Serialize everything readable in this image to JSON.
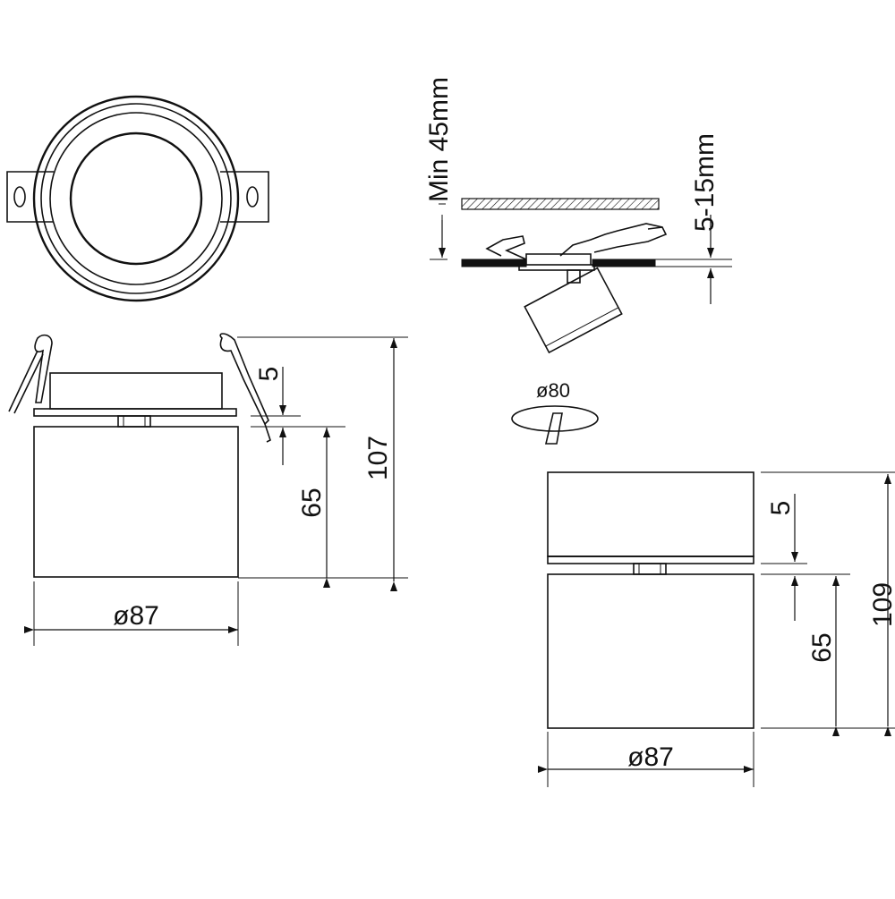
{
  "dimensions": {
    "top_view": {},
    "side_view": {
      "height_total": "107",
      "body_height": "65",
      "flange_gap": "5",
      "diameter": "ø87"
    },
    "install_view": {
      "min_depth": "Min 45mm",
      "ceiling_thickness": "5-15mm",
      "cutout_diameter": "ø80"
    },
    "surface_view": {
      "height_total": "109",
      "body_height": "65",
      "gap": "5",
      "diameter": "ø87"
    }
  },
  "colors": {
    "line": "#111111",
    "background": "#ffffff"
  }
}
